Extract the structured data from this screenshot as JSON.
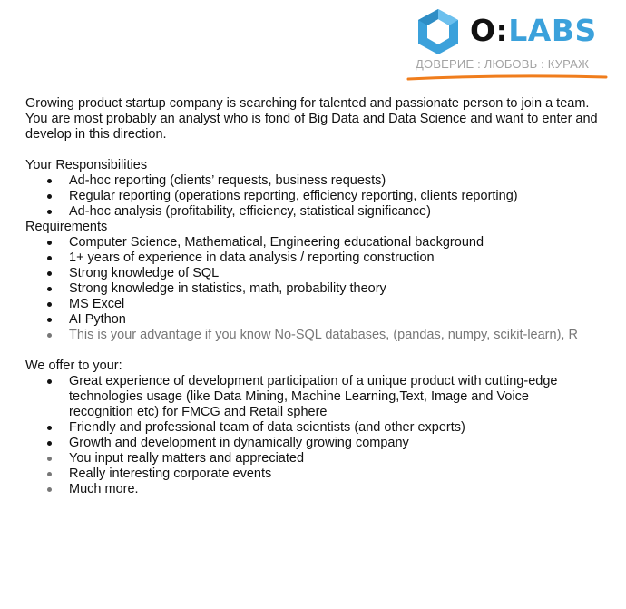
{
  "logo": {
    "brand_prefix": "O:",
    "brand_suffix": "LABS",
    "tagline": "ДОВЕРИЕ : ЛЮБОВЬ : КУРАЖ",
    "colors": {
      "hex": "#3ba1db",
      "underline": "#f07d1c",
      "tagline": "#a3a3a3"
    }
  },
  "intro": "Growing product startup company is searching for talented and passionate person to join a team. You are most probably an analyst who is fond of Big Data and Data Science and want to enter and develop in this direction.",
  "responsibilities": {
    "heading": "Your Responsibilities",
    "items": [
      "Ad-hoc reporting (clients’ requests, business requests)",
      "Regular reporting (operations reporting, efficiency reporting, clients reporting)",
      "Ad-hoc analysis (profitability, efficiency, statistical significance)"
    ]
  },
  "requirements": {
    "heading": "Requirements",
    "items": [
      "Computer Science, Mathematical, Engineering educational background",
      "1+ years of experience in data analysis / reporting construction",
      "Strong knowledge of SQL",
      "Strong knowledge in statistics, math, probability theory",
      "MS Excel",
      "AI Python",
      "This is your advantage if you know No-SQL databases, (pandas, numpy, scikit-learn), R"
    ]
  },
  "offer": {
    "heading": "We offer to your:",
    "items": [
      "Great experience of development participation of a unique product with cutting-edge technologies usage (like Data Mining, Machine Learning,Text, Image and Voice recognition etc) for FMCG and Retail sphere",
      "Friendly and professional team of data scientists (and other experts)",
      "Growth and development in dynamically growing company",
      "You input really matters and appreciated",
      "Really interesting corporate events",
      "Much more."
    ]
  }
}
